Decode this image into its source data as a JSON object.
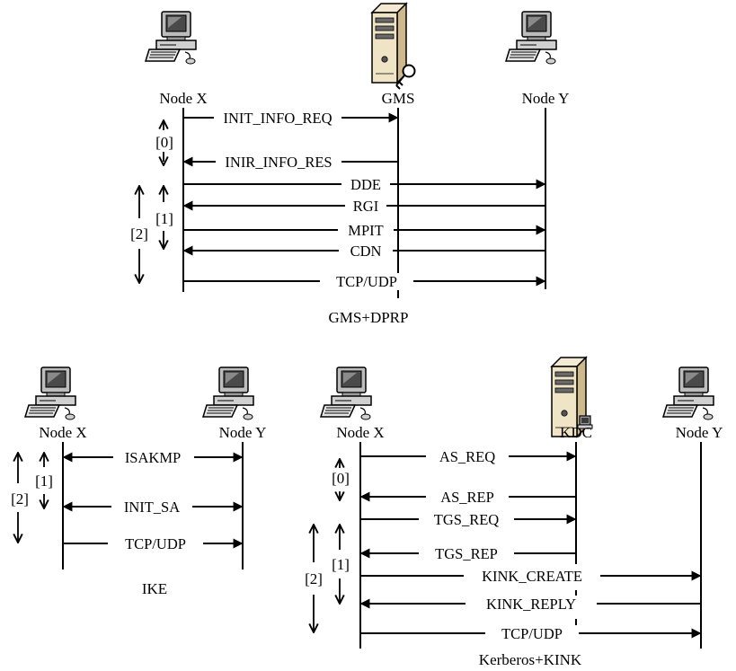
{
  "diagrams": {
    "gms": {
      "nodes": {
        "node_x": "Node X",
        "server": "GMS",
        "node_y": "Node Y"
      },
      "messages": [
        "INIT_INFO_REQ",
        "INIR_INFO_RES",
        "DDE",
        "RGI",
        "MPIT",
        "CDN",
        "TCP/UDP"
      ],
      "phases": [
        "[0]",
        "[1]",
        "[2]"
      ],
      "caption": "GMS+DPRP"
    },
    "ike": {
      "nodes": {
        "node_x": "Node X",
        "node_y": "Node Y"
      },
      "messages": [
        "ISAKMP",
        "INIT_SA",
        "TCP/UDP"
      ],
      "phases": [
        "[1]",
        "[2]"
      ],
      "caption": "IKE"
    },
    "kink": {
      "nodes": {
        "node_x": "Node X",
        "server": "KDC",
        "node_y": "Node Y"
      },
      "messages": [
        "AS_REQ",
        "AS_REP",
        "TGS_REQ",
        "TGS_REP",
        "KINK_CREATE",
        "KINK_REPLY",
        "TCP/UDP"
      ],
      "phases": [
        "[0]",
        "[1]",
        "[2]"
      ],
      "caption": "Kerberos+KINK"
    }
  },
  "icons": [
    "computer-icon",
    "server-key-icon",
    "server-terminal-icon"
  ]
}
